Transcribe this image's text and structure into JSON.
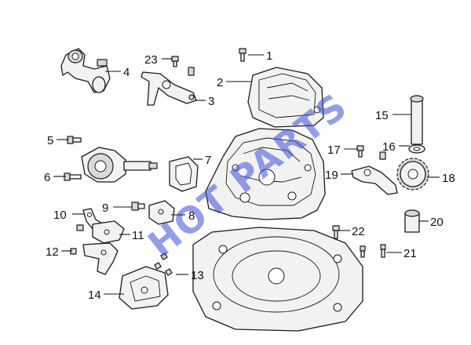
{
  "watermark": {
    "text": "HOT PARTS",
    "color": "#3b4fd6"
  },
  "callouts": [
    {
      "id": "1",
      "label": "1"
    },
    {
      "id": "2",
      "label": "2"
    },
    {
      "id": "3",
      "label": "3"
    },
    {
      "id": "4",
      "label": "4"
    },
    {
      "id": "5",
      "label": "5"
    },
    {
      "id": "6",
      "label": "6"
    },
    {
      "id": "7",
      "label": "7"
    },
    {
      "id": "8",
      "label": "8"
    },
    {
      "id": "9",
      "label": "9"
    },
    {
      "id": "10",
      "label": "10"
    },
    {
      "id": "11",
      "label": "11"
    },
    {
      "id": "12",
      "label": "12"
    },
    {
      "id": "13",
      "label": "13"
    },
    {
      "id": "14",
      "label": "14"
    },
    {
      "id": "15",
      "label": "15"
    },
    {
      "id": "16",
      "label": "16"
    },
    {
      "id": "17",
      "label": "17"
    },
    {
      "id": "18",
      "label": "18"
    },
    {
      "id": "19",
      "label": "19"
    },
    {
      "id": "20",
      "label": "20"
    },
    {
      "id": "21",
      "label": "21"
    },
    {
      "id": "22",
      "label": "22"
    },
    {
      "id": "23",
      "label": "23"
    }
  ]
}
